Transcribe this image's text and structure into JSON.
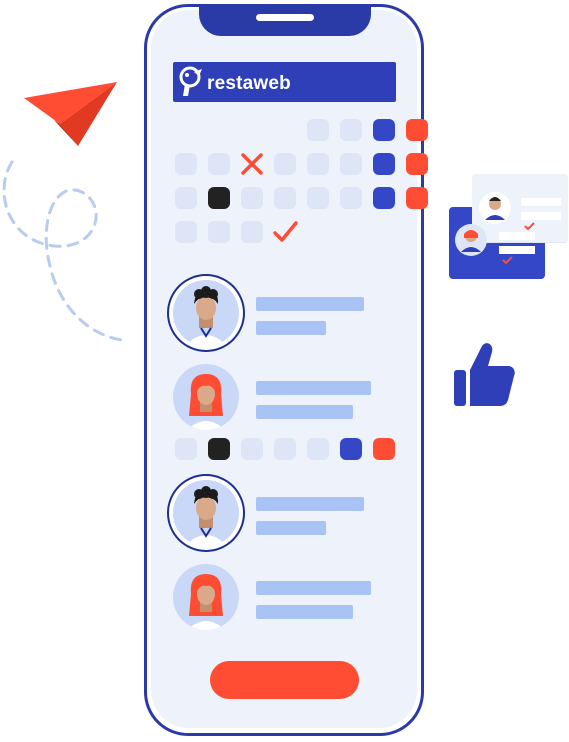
{
  "brand": {
    "name": "restaweb"
  },
  "colors": {
    "primary_blue": "#3447c7",
    "dark_blue": "#2a3aa6",
    "accent_red": "#ff4d33",
    "light_cell": "#dde5f6",
    "screen_bg": "#eef2fb",
    "bar": "#a9c3f4"
  },
  "icons": {
    "logo": "parrot-logo-icon",
    "paper_plane": "paper-plane-icon",
    "thumbs_up": "thumbs-up-icon",
    "id_cards": "id-card-icon",
    "cross": "cross-mark-icon",
    "check": "check-mark-icon"
  },
  "schedule_grid_rows": [
    [
      "empty",
      "empty",
      "empty",
      "empty",
      "light",
      "light",
      "blue",
      "red"
    ],
    [
      "light",
      "light",
      "cross",
      "light",
      "light",
      "light",
      "blue",
      "red"
    ],
    [
      "light",
      "black",
      "light",
      "light",
      "light",
      "light",
      "blue",
      "red"
    ],
    [
      "light",
      "light",
      "light",
      "check"
    ]
  ],
  "contacts": [
    {
      "avatar": "man-avatar-icon",
      "highlighted": true
    },
    {
      "avatar": "woman-avatar-icon",
      "highlighted": false
    },
    {
      "avatar": "man-avatar-icon",
      "highlighted": true
    },
    {
      "avatar": "woman-avatar-icon",
      "highlighted": false
    }
  ]
}
